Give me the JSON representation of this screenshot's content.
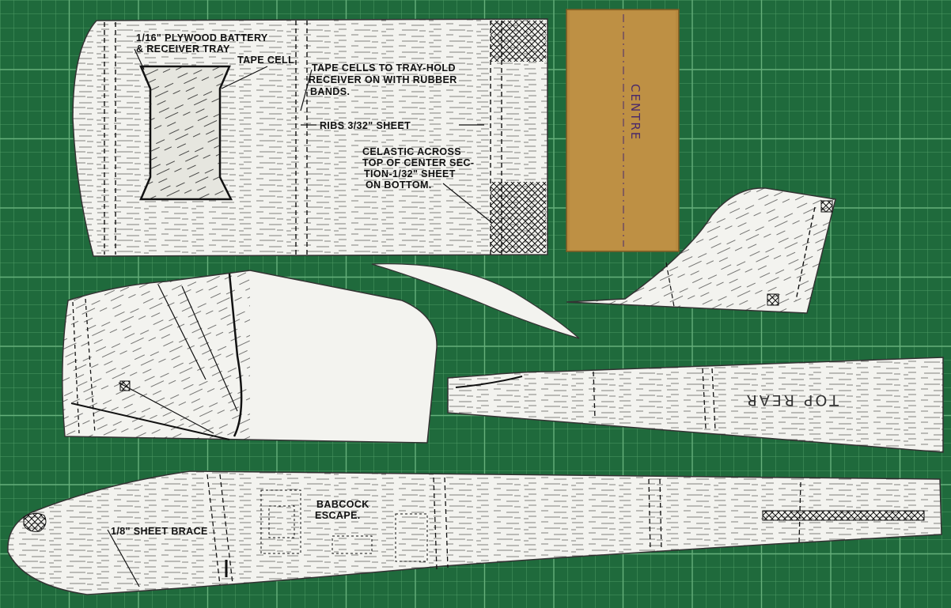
{
  "photo": {
    "mat_color": "#1f6a3c",
    "grid_color": "#4d9a63",
    "paper_color": "#f3f3ef",
    "template_color": "#b98a3e"
  },
  "wing_center_labels": {
    "battery_tray_1": "1/16\" PLYWOOD BATTERY",
    "battery_tray_2": "& RECEIVER TRAY",
    "tape_cell": "TAPE CELL",
    "tape_note_1": "TAPE CELLS TO TRAY-HOLD",
    "tape_note_2": "RECEIVER ON WITH RUBBER",
    "tape_note_3": "BANDS.",
    "ribs": "RIBS 3/32\" SHEET",
    "celastic_1": "CELASTIC ACROSS",
    "celastic_2": "TOP OF CENTER SEC-",
    "celastic_3": "TION-1/32\" SHEET",
    "celastic_4": "ON BOTTOM."
  },
  "template": {
    "handwritten": "CENTRE"
  },
  "tailplane": {
    "handwritten": "TOP REAR"
  },
  "fuselage_labels": {
    "sheet_brace": "1/8\" SHEET BRACE",
    "escape_1": "BABCOCK",
    "escape_2": "ESCAPE."
  }
}
